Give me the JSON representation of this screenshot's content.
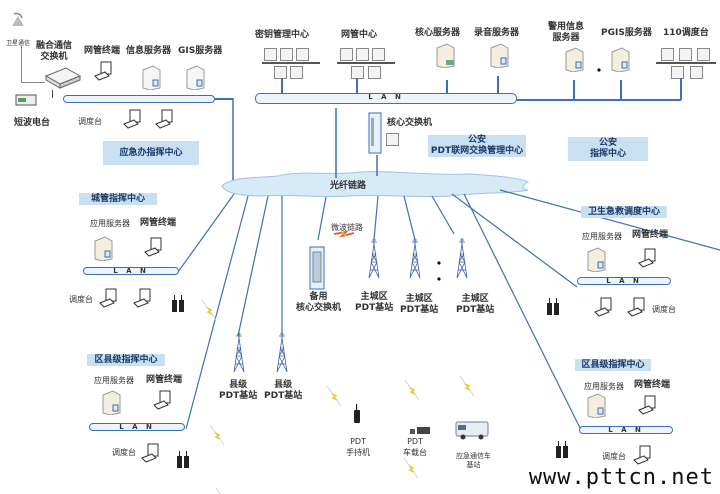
{
  "title": "PDT network topology diagram",
  "watermark": "www.pttcn.net",
  "colors": {
    "link": "#3d70b8",
    "box_bg": "#c9dff2",
    "box_text": "#1a3a66",
    "cloud": "#d7eaf7"
  },
  "emergency_office": {
    "satellite_label": "卫星通信",
    "fusion_switch_label": "融合通信\n交换机",
    "hf_radio_label": "短波电台",
    "nms_label": "网管终端",
    "info_server_label": "信息服务器",
    "gis_server_label": "GIS服务器",
    "dispatch_label": "调度台",
    "center_name": "应急办指挥中心"
  },
  "public_security": {
    "key_mgmt_label": "密钥管理中心",
    "nms_center_label": "网管中心",
    "core_server_label": "核心服务器",
    "recording_server_label": "录音服务器",
    "police_info_server_label": "警用信息\n服务器",
    "pgis_server_label": "PGIS服务器",
    "dispatch_110_label": "110调度台",
    "lan_label": "L A N",
    "core_switch_label": "核心交换机",
    "pdt_center_name": "公安\nPDT联网交换管理中心",
    "command_center_name": "公安\n指挥中心"
  },
  "backbone": {
    "fiber_label": "光纤链路",
    "microwave_label": "微波链路",
    "backup_switch_label": "备用\n核心交换机",
    "urban_bs_labels": [
      "主城区\nPDT基站",
      "主城区\nPDT基站",
      "主城区\nPDT基站"
    ],
    "county_bs_labels": [
      "县级\nPDT基站",
      "县级\nPDT基站"
    ]
  },
  "terminals": {
    "handheld_label": "PDT\n手持机",
    "vehicle_label": "PDT\n车载台",
    "emergency_vehicle_label": "应急通信车\n基站"
  },
  "centers": [
    {
      "id": "urban-mgmt",
      "name": "城管指挥中心",
      "app_server": "应用服务器",
      "nms": "网管终端",
      "dispatch": "调度台",
      "lan": "L A N"
    },
    {
      "id": "district-left",
      "name": "区县级指挥中心",
      "app_server": "应用服务器",
      "nms": "网管终端",
      "dispatch": "调度台",
      "lan": "L A N"
    },
    {
      "id": "health",
      "name": "卫生急救调度中心",
      "app_server": "应用服务器",
      "nms": "网管终端",
      "dispatch": "调度台",
      "lan": "L A N"
    },
    {
      "id": "district-right",
      "name": "区县级指挥中心",
      "app_server": "应用服务器",
      "nms": "网管终端",
      "dispatch": "调度台",
      "lan": "L A N"
    }
  ]
}
